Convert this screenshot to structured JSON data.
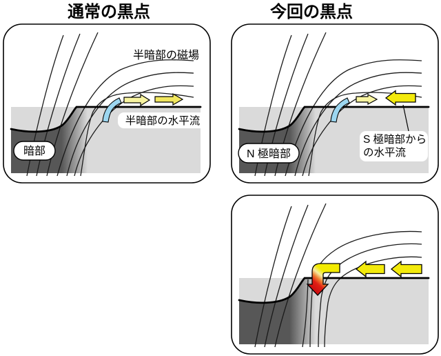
{
  "titles": {
    "normal": "通常の黒点",
    "current": "今回の黒点"
  },
  "panels": {
    "normal": {
      "labels": {
        "field": "半暗部の磁場",
        "flow": "半暗部の水平流",
        "umbra": "暗部"
      }
    },
    "current_top": {
      "labels": {
        "umbra": "N 極暗部",
        "flow_line1": "S 極暗部から",
        "flow_line2": "の水平流"
      }
    }
  },
  "colors": {
    "background": "#ffffff",
    "outline": "#000000",
    "umbra_dark": "#575757",
    "surface_gray": "#dadada",
    "flow_yellow": "#f3ea0c",
    "flow_mid_yellow": "#f1e75f",
    "flow_pale_yellow": "#f8f4a0",
    "upflow_blue": "#9cd6f0",
    "downflow_red": "#df1616"
  }
}
